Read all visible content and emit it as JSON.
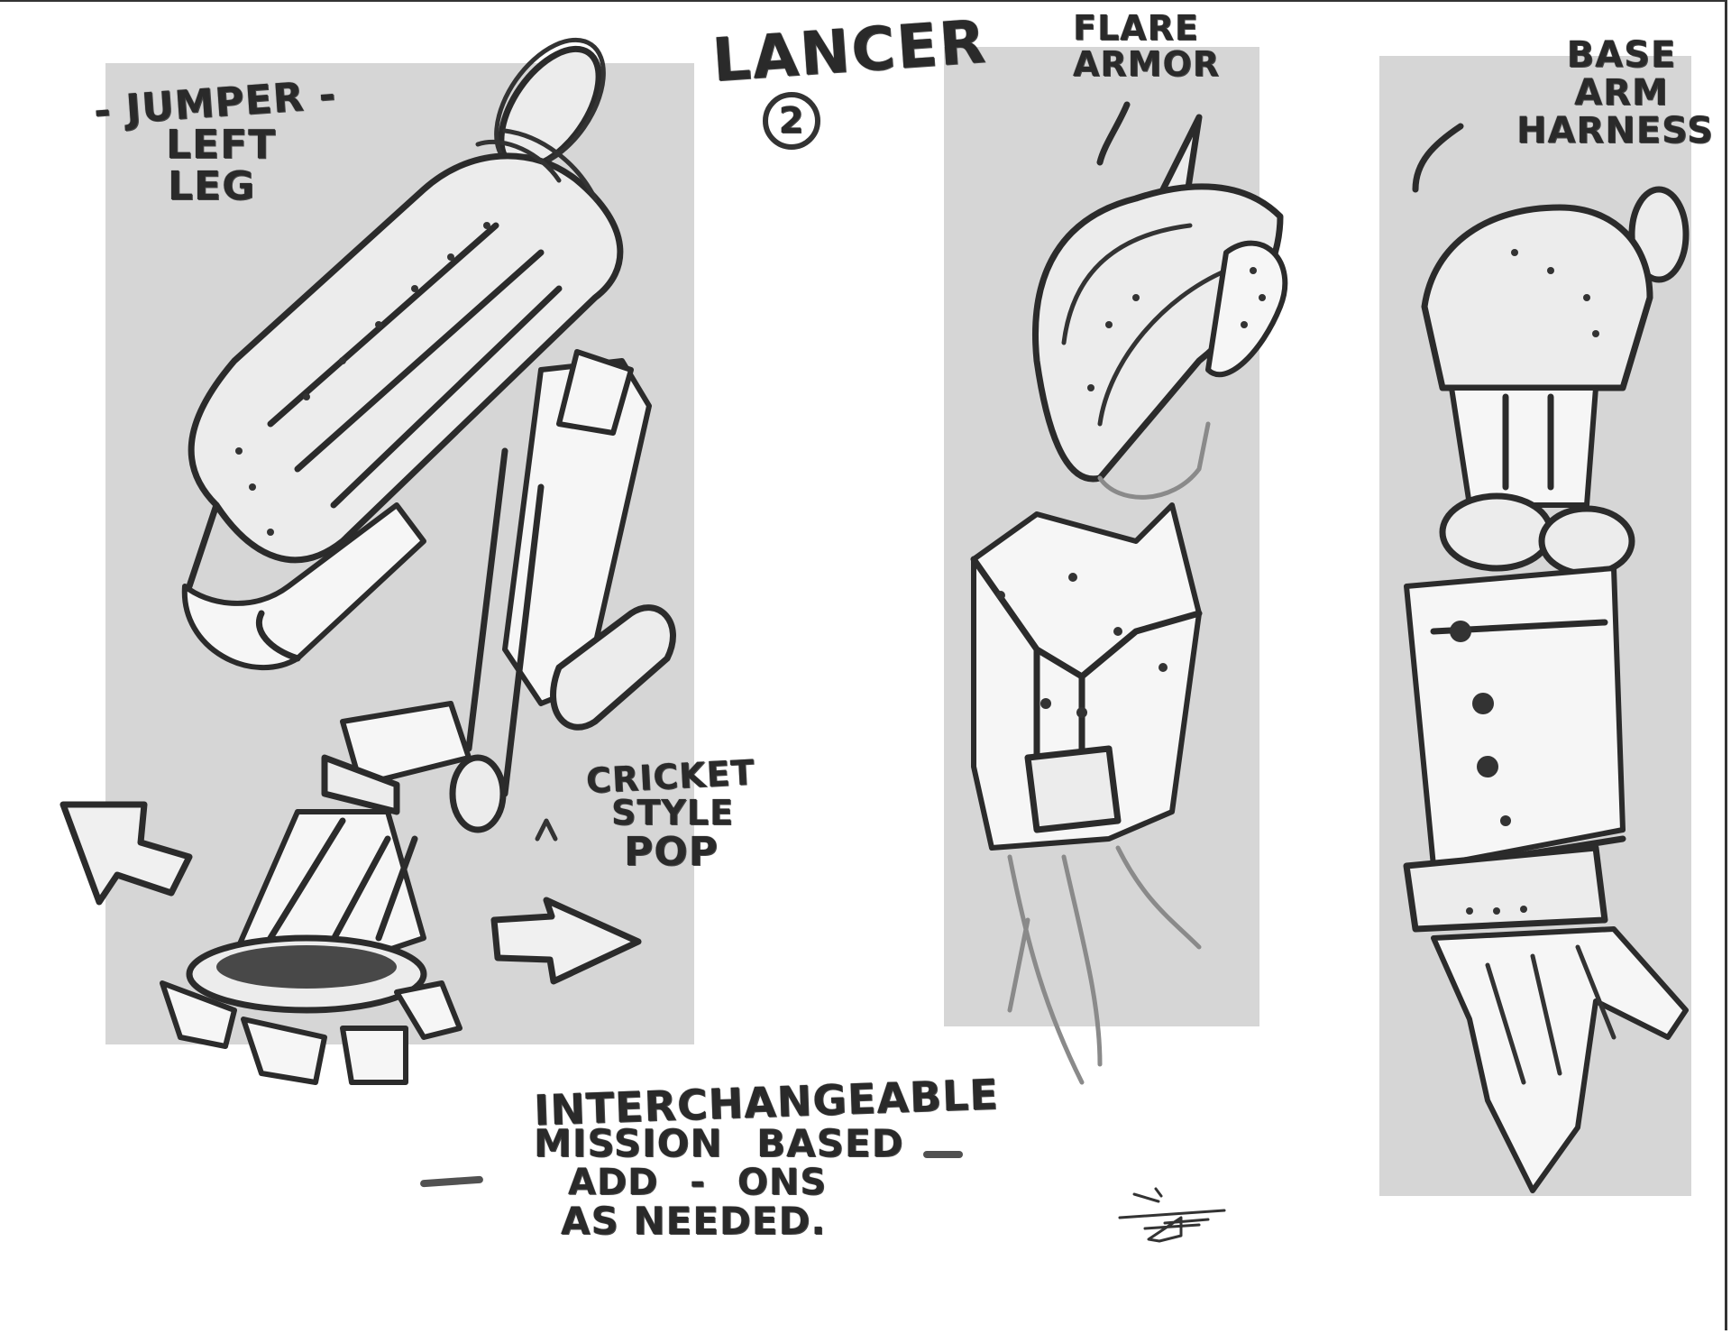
{
  "title": "LANCER",
  "title_number": "2",
  "panels": [
    {
      "id": "left-leg",
      "label_lines": [
        "- JUMPER -",
        "LEFT",
        "LEG"
      ]
    },
    {
      "id": "flare-armor",
      "label_lines": [
        "FLARE",
        "ARMOR"
      ]
    },
    {
      "id": "base-arm",
      "label_lines": [
        "BASE",
        "ARM",
        "HARNESS"
      ]
    }
  ],
  "annotations": {
    "cricket": [
      "CRICKET",
      "STYLE",
      "POP"
    ],
    "footer": [
      "INTERCHANGEABLE",
      "MISSION BASED",
      "ADD - ONS",
      "AS NEEDED."
    ]
  },
  "colors": {
    "panel_bg": "#d6d6d6",
    "ink": "#2b2b2b",
    "paper": "#ffffff"
  }
}
